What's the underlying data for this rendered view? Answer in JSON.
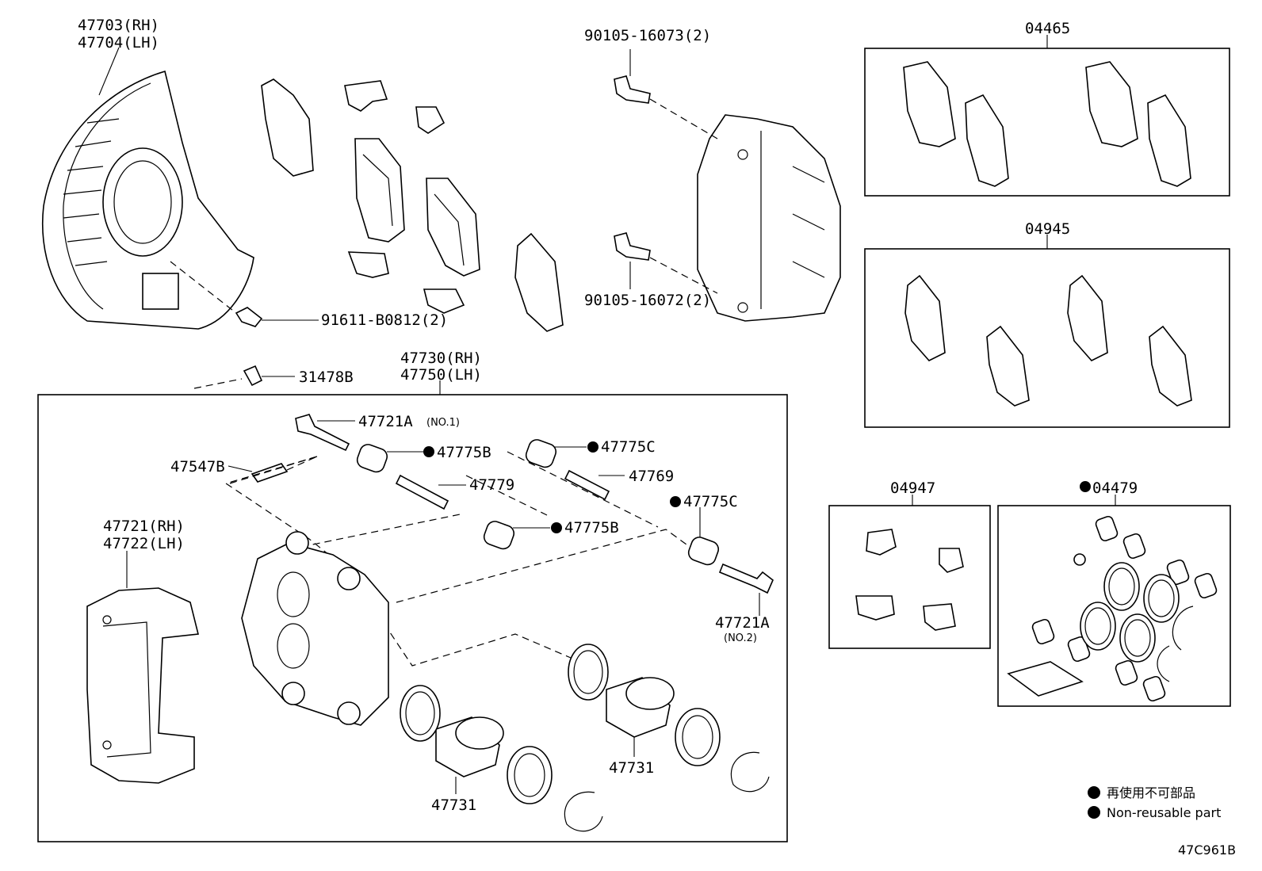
{
  "labels": {
    "dust_cover_rh": "47703(RH)",
    "dust_cover_lh": "47704(LH)",
    "bolt_upper": "90105-16073(2)",
    "bolt_lower": "90105-16072(2)",
    "bolt_dust_cover": "91611-B0812(2)",
    "pad_set_kit": "04465",
    "shim_kit": "04945",
    "fitting_kit": "04947",
    "cylinder_kit": "04479",
    "bleeder_cap": "31478B",
    "caliper_assy_rh": "47730(RH)",
    "caliper_assy_lh": "47750(LH)",
    "slide_bolt_1": "47721A",
    "slide_bolt_1_note": "(NO.1)",
    "boot_b_top": "47775B",
    "boot_c_top": "47775C",
    "bleeder_plug": "47547B",
    "pin_47779": "47779",
    "pin_47769": "47769",
    "boot_b_mid": "47775B",
    "boot_c_mid": "47775C",
    "mounting_rh": "47721(RH)",
    "mounting_lh": "47722(LH)",
    "slide_bolt_2": "47721A",
    "slide_bolt_2_note": "(NO.2)",
    "piston_left": "47731",
    "piston_right": "47731"
  },
  "legend": {
    "line_jp": "再使用不可部品",
    "line_en": "Non-reusable part"
  },
  "figure_code": "47C961B",
  "colors": {
    "ink": "#000000",
    "paper": "#ffffff"
  }
}
